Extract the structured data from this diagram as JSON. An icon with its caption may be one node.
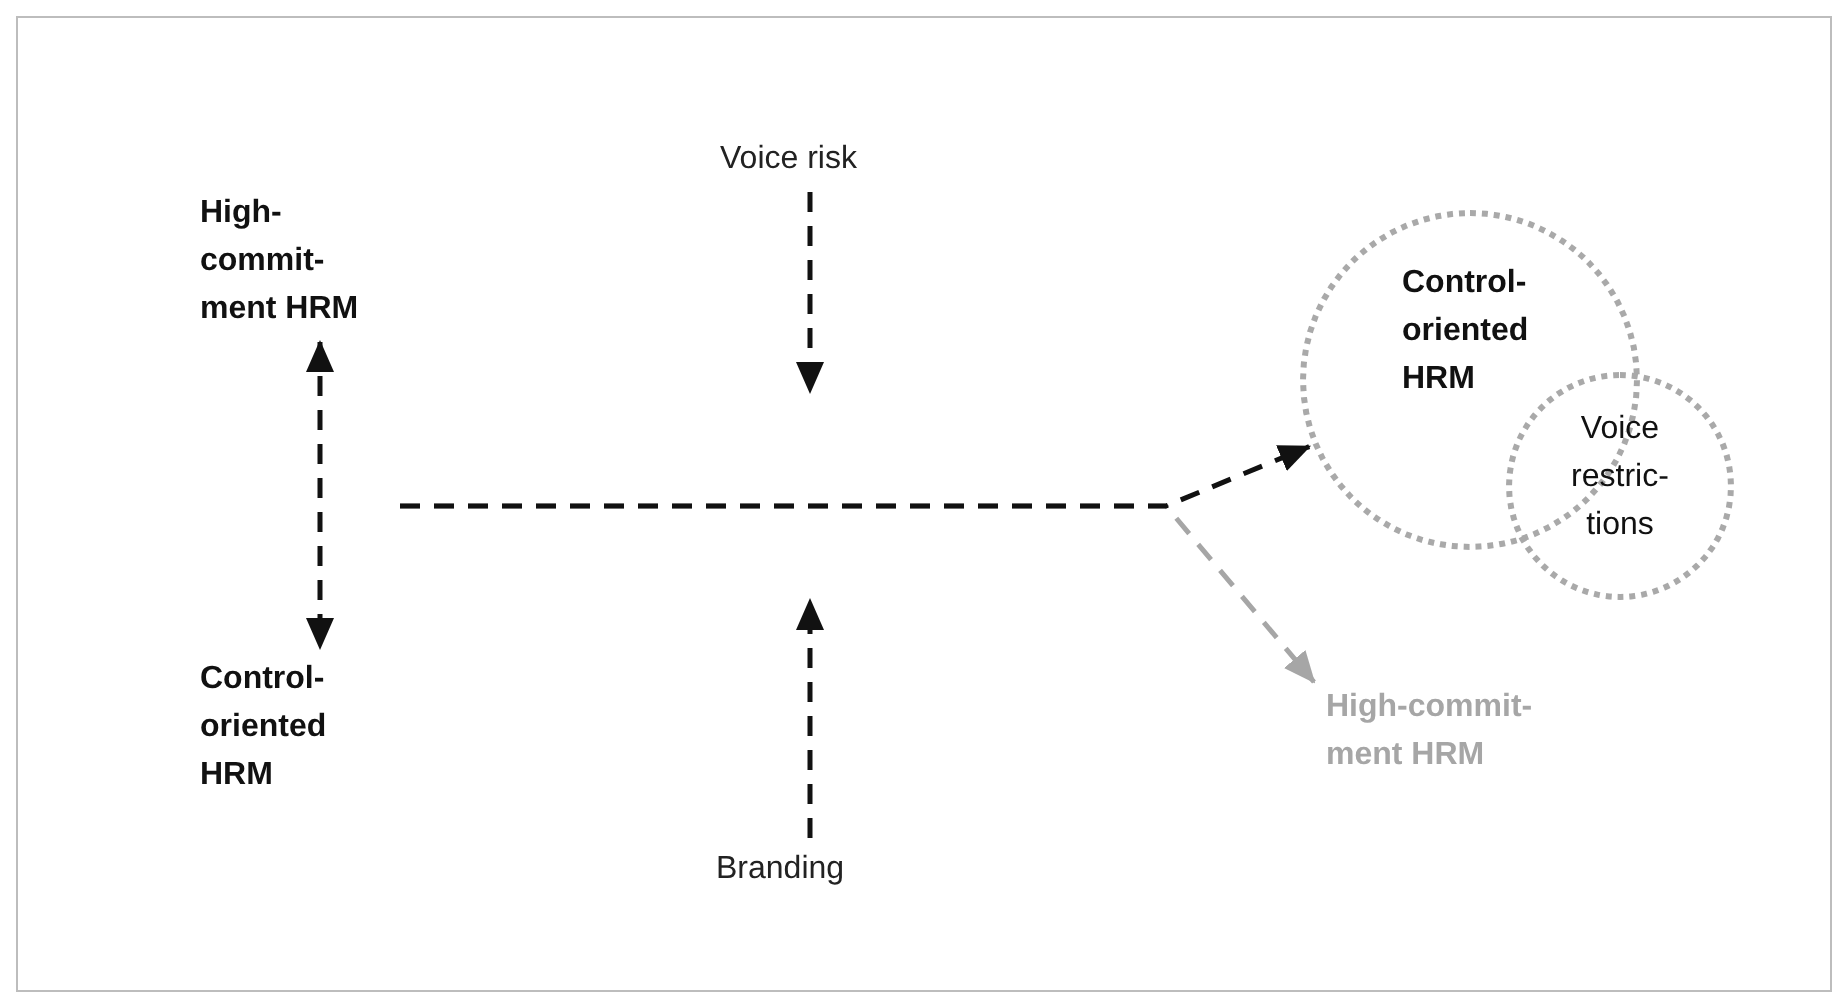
{
  "diagram": {
    "nodes": [
      {
        "text": [
          "High- commit- ment HRM"
        ]
      },
      {
        "text": [
          "Control- oriented HRM"
        ]
      },
      {
        "text": [
          "Voice risk"
        ]
      },
      {
        "text": [
          "Branding"
        ]
      },
      {
        "text": [
          "Control- oriented HRM"
        ]
      },
      {
        "text": [
          "Voice restric- tions"
        ]
      },
      {
        "text": [
          "High-commit- ment HRM"
        ]
      }
    ],
    "edges": [
      {
        "from": 0,
        "to": 1,
        "arrow": "both",
        "style": "dashed"
      },
      {
        "from": 2,
        "to": null,
        "arrow": "to",
        "style": "dashed"
      },
      {
        "from": 3,
        "to": null,
        "arrow": "to",
        "style": "dashed"
      },
      {
        "from": null,
        "to": 4,
        "arrow": "to",
        "style": "dashed"
      },
      {
        "from": null,
        "to": 6,
        "arrow": "to",
        "style": "dashed",
        "color": "#a6a6a6"
      }
    ]
  }
}
